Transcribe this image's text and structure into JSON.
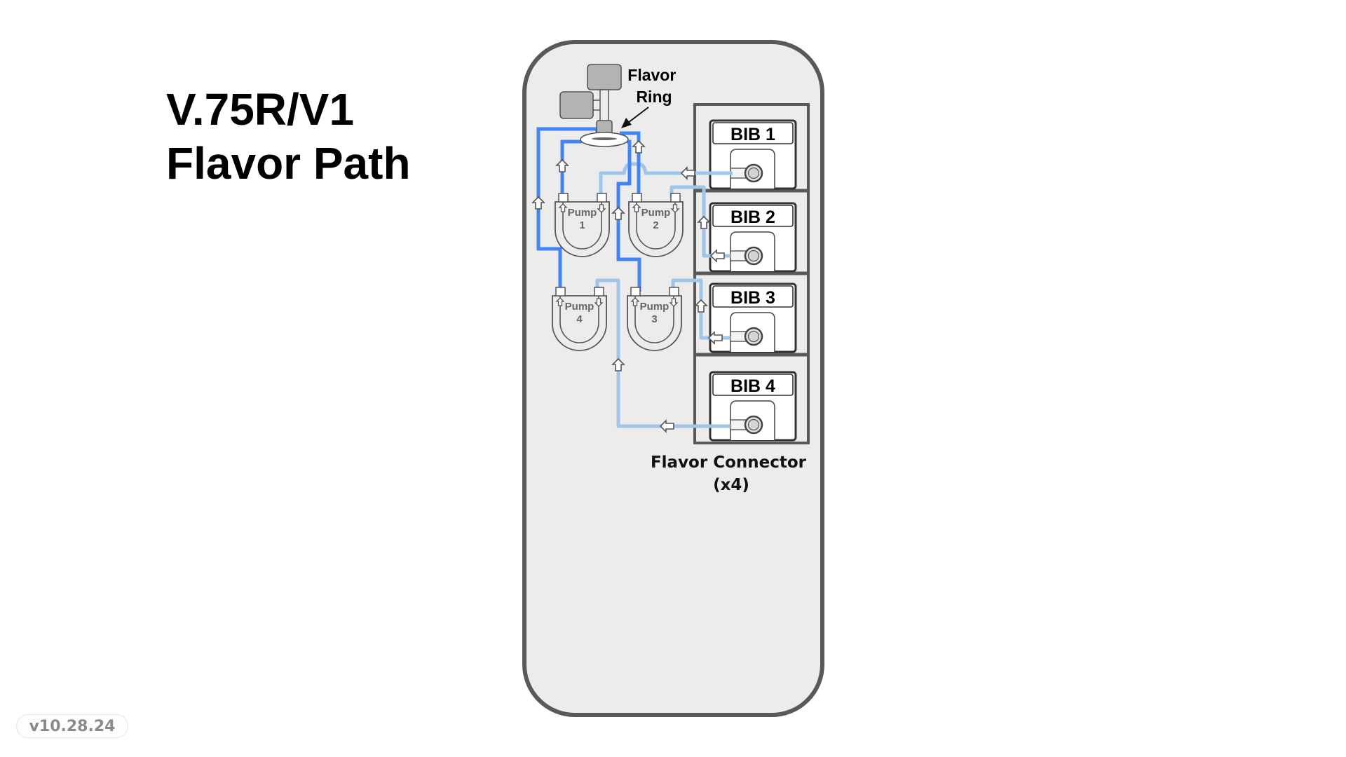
{
  "title": {
    "line1": "V.75R/V1",
    "line2": "Flavor Path"
  },
  "version_badge": "v10.28.24",
  "colors": {
    "primary_line": "#4285f4",
    "secondary_line": "#9fc5e8",
    "frame_border": "#595959",
    "frame_fill": "#ececec",
    "component_gray": "#b3b3b3"
  },
  "diagram": {
    "flavor_ring_label": {
      "line1": "Flavor",
      "line2": "Ring"
    },
    "connector_label": {
      "line1": "Flavor Connector",
      "line2": "(x4)"
    },
    "bibs": [
      {
        "label": "BIB 1"
      },
      {
        "label": "BIB 2"
      },
      {
        "label": "BIB 3"
      },
      {
        "label": "BIB 4"
      }
    ],
    "pumps": [
      {
        "word": "Pump",
        "number": "1"
      },
      {
        "word": "Pump",
        "number": "2"
      },
      {
        "word": "Pump",
        "number": "3"
      },
      {
        "word": "Pump",
        "number": "4"
      }
    ],
    "flow_arrow_icon": "hollow-arrow",
    "paths": [
      {
        "from": "BIB 1",
        "to": "Pump 1",
        "then": "Flavor Ring"
      },
      {
        "from": "BIB 2",
        "to": "Pump 2",
        "then": "Flavor Ring"
      },
      {
        "from": "BIB 3",
        "to": "Pump 3",
        "then": "Flavor Ring"
      },
      {
        "from": "BIB 4",
        "to": "Pump 4",
        "then": "Flavor Ring"
      }
    ]
  }
}
